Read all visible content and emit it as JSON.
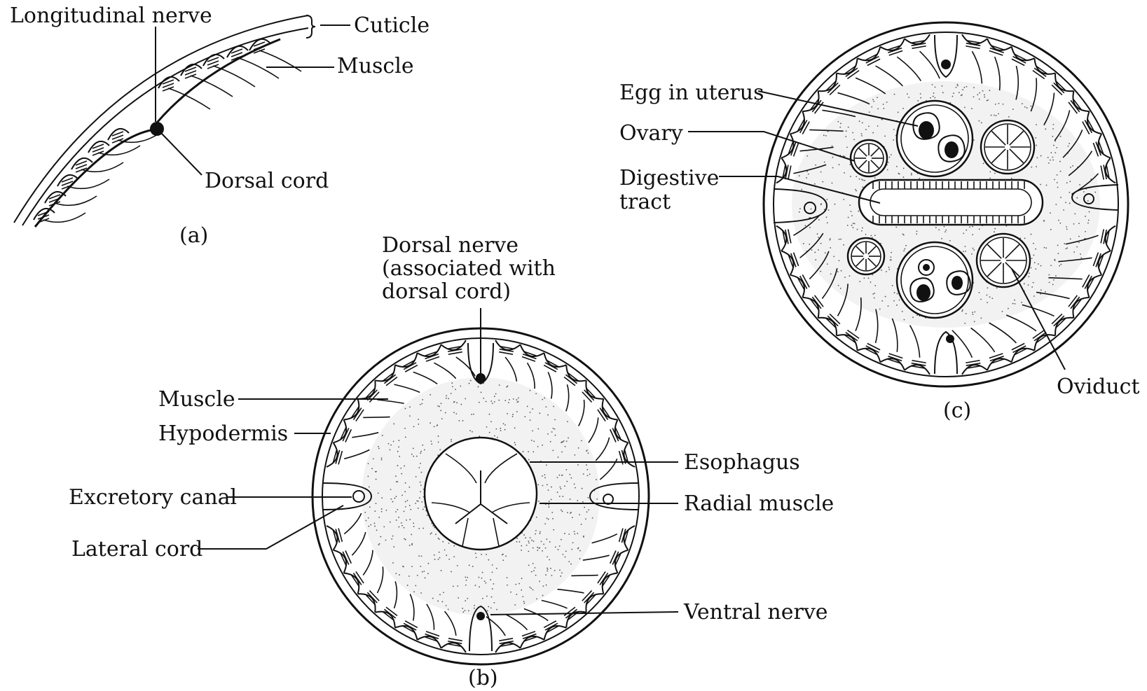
{
  "panels": {
    "a": {
      "caption": "(a)",
      "labels": {
        "longitudinal_nerve": "Longitudinal nerve",
        "cuticle": "Cuticle",
        "muscle": "Muscle",
        "dorsal_cord": "Dorsal cord"
      }
    },
    "b": {
      "caption": "(b)",
      "labels": {
        "dorsal_nerve": [
          "Dorsal nerve",
          "(associated with",
          "dorsal cord)"
        ],
        "muscle": "Muscle",
        "hypodermis": "Hypodermis",
        "excretory_canal": "Excretory canal",
        "lateral_cord": "Lateral cord",
        "esophagus": "Esophagus",
        "radial_muscle": "Radial muscle",
        "ventral_nerve": "Ventral nerve"
      }
    },
    "c": {
      "caption": "(c)",
      "labels": {
        "egg_in_uterus": "Egg in uterus",
        "ovary": "Ovary",
        "digestive_tract": [
          "Digestive",
          "tract"
        ],
        "oviduct": "Oviduct"
      }
    }
  }
}
